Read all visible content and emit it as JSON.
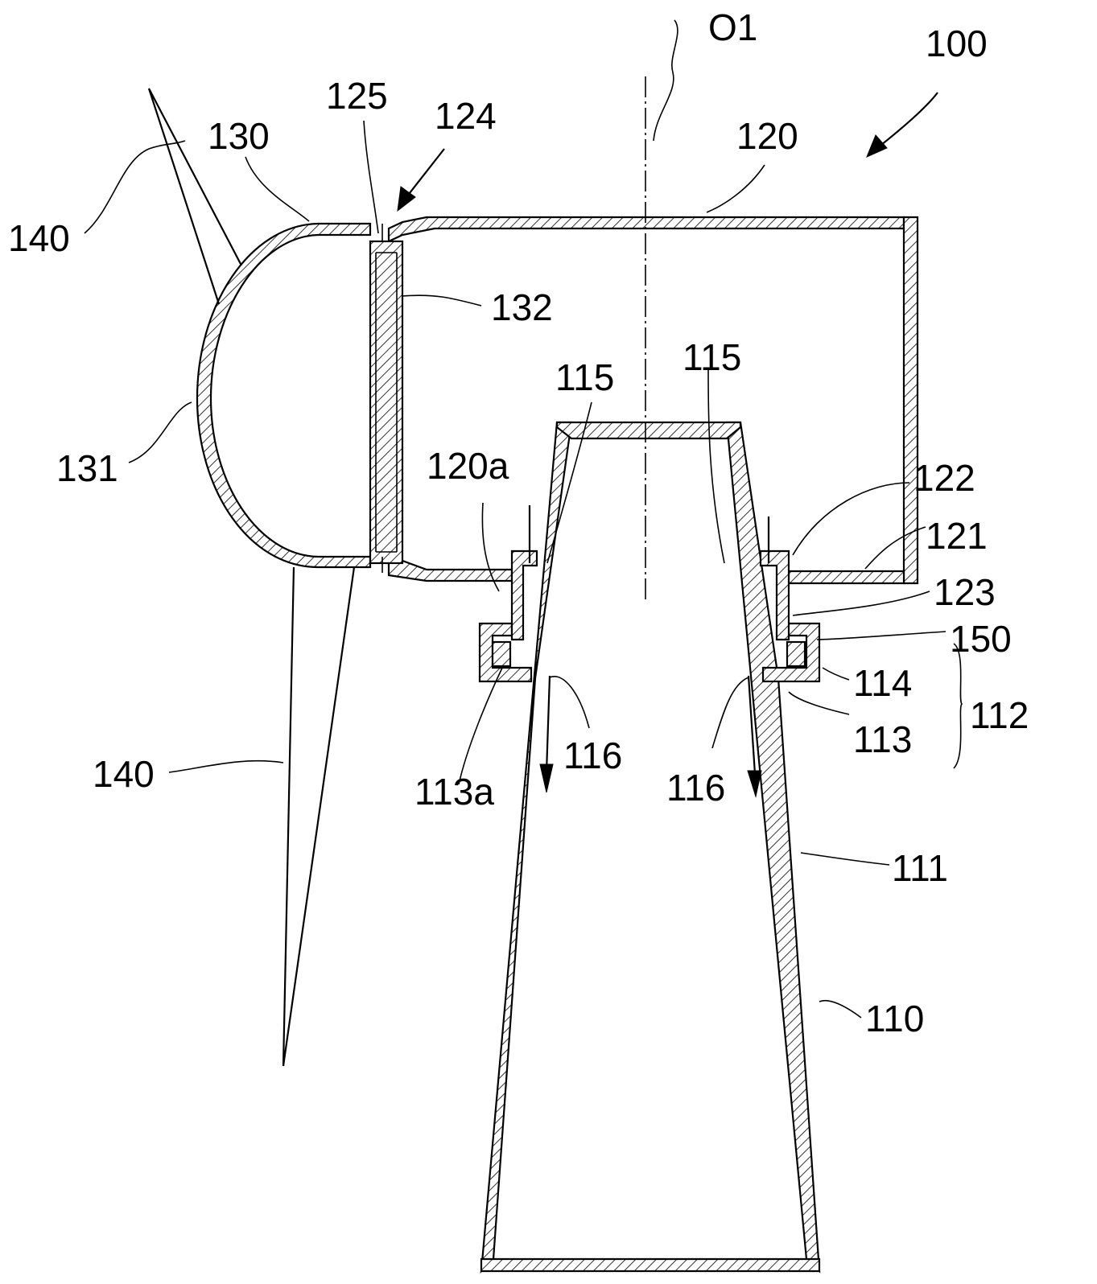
{
  "figure": {
    "labels": {
      "o1": "O1",
      "n100": "100",
      "n110": "110",
      "n111": "111",
      "n112": "112",
      "n113": "113",
      "n113a": "113a",
      "n114": "114",
      "n115_left": "115",
      "n115_right": "115",
      "n116_left": "116",
      "n116_right": "116",
      "n120": "120",
      "n120a": "120a",
      "n121": "121",
      "n122": "122",
      "n123": "123",
      "n124": "124",
      "n125": "125",
      "n130": "130",
      "n131": "131",
      "n132": "132",
      "n140_top": "140",
      "n140_bottom": "140",
      "n150": "150"
    }
  }
}
